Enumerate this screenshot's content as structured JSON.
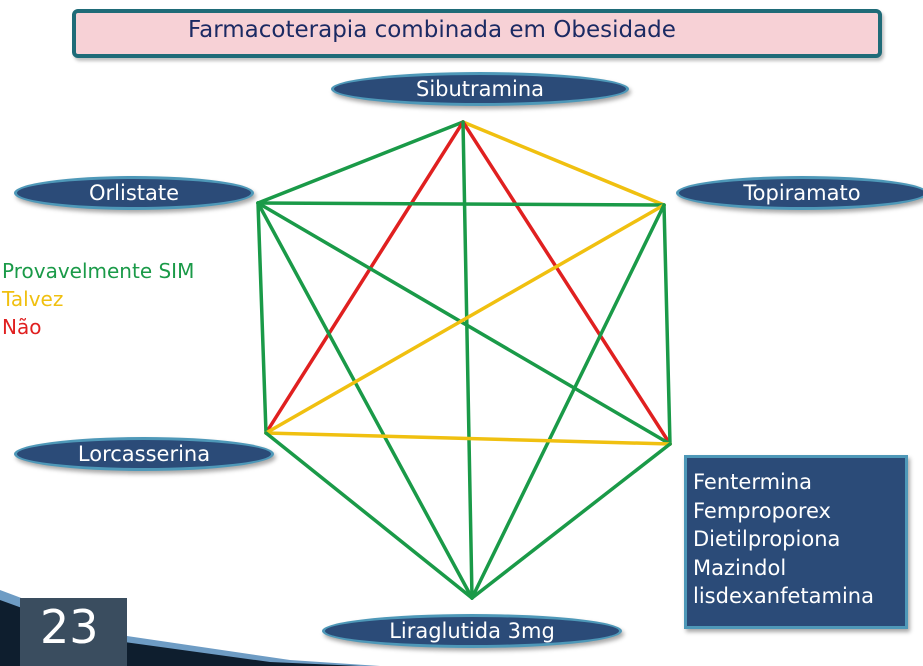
{
  "title": "Farmacoterapia combinada em Obesidade",
  "nodes": {
    "sibutramina": "Sibutramina",
    "orlistate": "Orlistate",
    "topiramato": "Topiramato",
    "lorcasserina": "Lorcasserina",
    "liraglutida": "Liraglutida 3mg"
  },
  "legend": [
    {
      "label": "Provavelmente SIM",
      "color": "#1a9a48",
      "key": "sim"
    },
    {
      "label": "Talvez",
      "color": "#f0c010",
      "key": "talvez"
    },
    {
      "label": "Não",
      "color": "#e02020",
      "key": "nao"
    }
  ],
  "edges": [
    {
      "from": "sibutramina",
      "to": "orlistate",
      "status": "sim"
    },
    {
      "from": "sibutramina",
      "to": "topiramato",
      "status": "talvez"
    },
    {
      "from": "sibutramina",
      "to": "lorcasserina",
      "status": "nao"
    },
    {
      "from": "sibutramina",
      "to": "fentermina_group",
      "status": "nao"
    },
    {
      "from": "sibutramina",
      "to": "liraglutida",
      "status": "sim"
    },
    {
      "from": "orlistate",
      "to": "topiramato",
      "status": "sim"
    },
    {
      "from": "orlistate",
      "to": "lorcasserina",
      "status": "sim"
    },
    {
      "from": "orlistate",
      "to": "fentermina_group",
      "status": "sim"
    },
    {
      "from": "orlistate",
      "to": "liraglutida",
      "status": "sim"
    },
    {
      "from": "topiramato",
      "to": "lorcasserina",
      "status": "talvez"
    },
    {
      "from": "topiramato",
      "to": "fentermina_group",
      "status": "sim"
    },
    {
      "from": "topiramato",
      "to": "liraglutida",
      "status": "sim"
    },
    {
      "from": "lorcasserina",
      "to": "fentermina_group",
      "status": "talvez"
    },
    {
      "from": "lorcasserina",
      "to": "liraglutida",
      "status": "sim"
    },
    {
      "from": "fentermina_group",
      "to": "liraglutida",
      "status": "sim"
    }
  ],
  "drug_group": [
    "Fentermina",
    "Femproporex",
    "Dietilpropiona",
    "Mazindol",
    "lisdexanfetamina"
  ],
  "page_number": "23"
}
